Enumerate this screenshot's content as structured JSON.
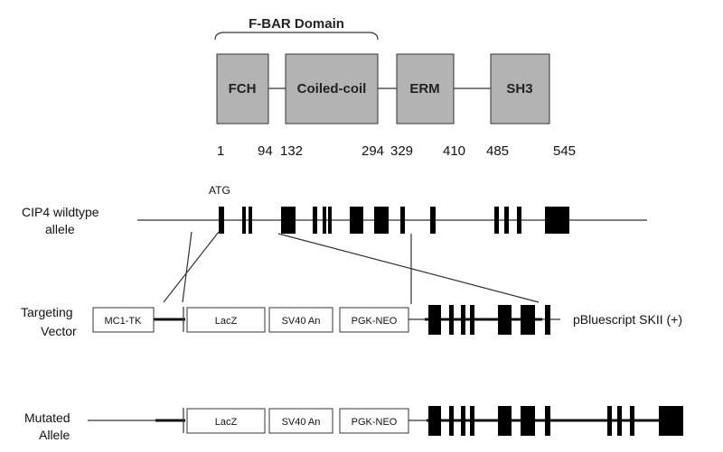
{
  "protein": {
    "fbar_label": "F-BAR Domain",
    "domains": [
      {
        "name": "fch",
        "label": "FCH"
      },
      {
        "name": "coiled-coil",
        "label": "Coiled-coil"
      },
      {
        "name": "erm",
        "label": "ERM"
      },
      {
        "name": "sh3",
        "label": "SH3"
      }
    ],
    "positions": [
      "1",
      "94",
      "132",
      "294",
      "329",
      "410",
      "485",
      "545"
    ],
    "domain_color": "#b3b3b3"
  },
  "wildtype": {
    "label_line1": "CIP4 wildtype",
    "label_line2": "allele",
    "atg_label": "ATG"
  },
  "targeting": {
    "label_line1": "Targeting",
    "label_line2": "Vector",
    "cassettes": [
      "MC1-TK",
      "LacZ",
      "SV40 An",
      "PGK-NEO"
    ],
    "plasmid_label": "pBluescript SKII (+)"
  },
  "mutated": {
    "label_line1": "Mutated",
    "label_line2": "Allele",
    "cassettes": [
      "LacZ",
      "SV40 An",
      "PGK-NEO"
    ]
  }
}
